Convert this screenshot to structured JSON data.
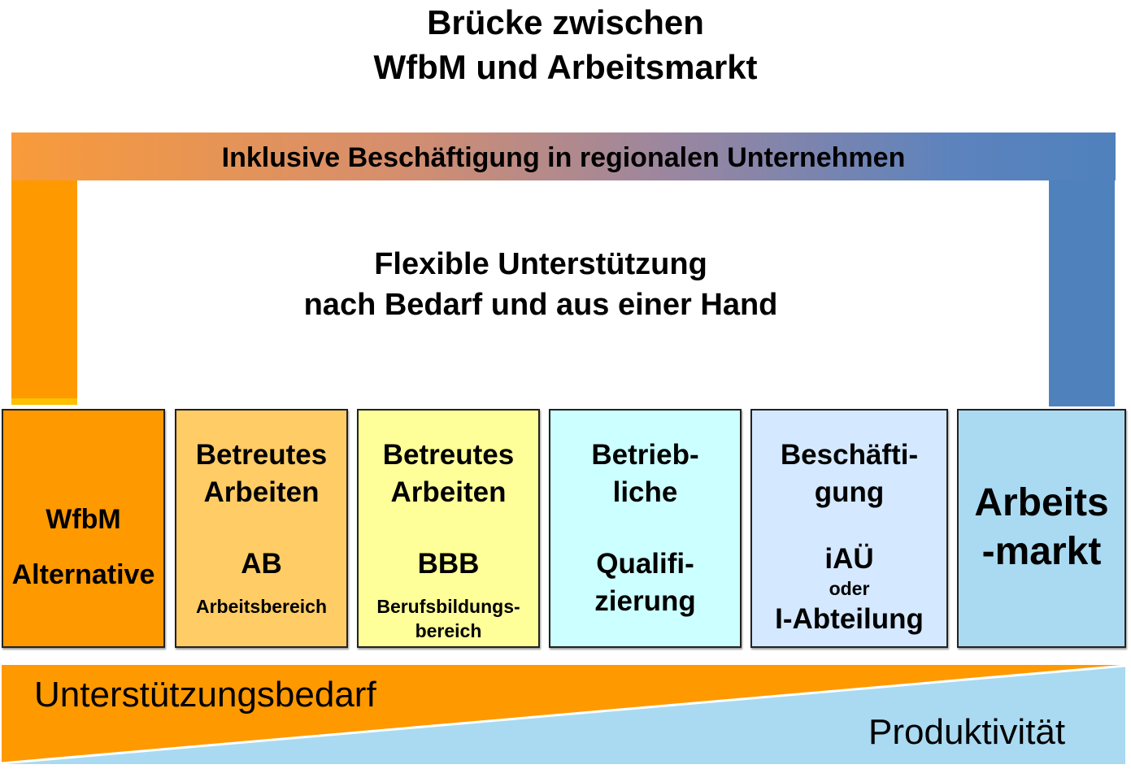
{
  "title": {
    "line1": "Brücke zwischen",
    "line2": "WfbM und Arbeitsmarkt"
  },
  "bridge": {
    "label": "Inklusive Beschäftigung in regionalen Unternehmen"
  },
  "center": {
    "line1": "Flexible Unterstützung",
    "line2": "nach Bedarf und aus einer Hand"
  },
  "boxes": [
    {
      "line1": "WfbM",
      "line2": "Alternative",
      "color": "#FF9900"
    },
    {
      "line1": "Betreutes",
      "line2": "Arbeiten",
      "abbr": "AB",
      "sub": "Arbeitsbereich",
      "color": "#FFCC66"
    },
    {
      "line1": "Betreutes",
      "line2": "Arbeiten",
      "abbr": "BBB",
      "sub1": "Berufsbildungs-",
      "sub2": "bereich",
      "color": "#FFFF99"
    },
    {
      "line1": "Betrieb-",
      "line2": "liche",
      "line3": "Qualifi-",
      "line4": "zierung",
      "color": "#CCFFFF"
    },
    {
      "line1": "Beschäfti-",
      "line2": "gung",
      "abbr": "iAÜ",
      "sub": "oder",
      "line5": "I-Abteilung",
      "color": "#D4E8FF"
    },
    {
      "line1": "Arbeits",
      "line2": "-markt",
      "color": "#A9DAF2"
    }
  ],
  "scale": {
    "left_label": "Unterstützungsbedarf",
    "right_label": "Produktivität",
    "left_color": "#FF9900",
    "right_color": "#A9DAF2"
  }
}
